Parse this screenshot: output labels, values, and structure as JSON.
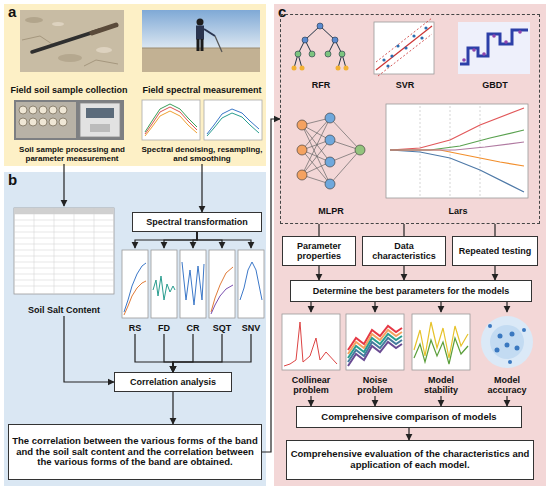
{
  "diagram": {
    "nodes": [
      {
        "text": [
          "a"
        ]
      },
      {
        "text": [
          "Field soil sample collection"
        ],
        "in": 0
      },
      {
        "text": [
          "Field spectral measurement"
        ],
        "in": 0
      },
      {
        "text": [
          "Soil sample processing and parameter measurement"
        ],
        "in": 0
      },
      {
        "text": [
          "Spectral denoising, resampling, and smoothing"
        ],
        "in": 0
      },
      {
        "text": [
          "b"
        ]
      },
      {
        "text": [
          "Soil Salt Content"
        ],
        "in": 5
      },
      {
        "text": [
          "Spectral transformation"
        ],
        "in": 5
      },
      {
        "text": [
          "RS"
        ],
        "in": 5
      },
      {
        "text": [
          "FD"
        ],
        "in": 5
      },
      {
        "text": [
          "CR"
        ],
        "in": 5
      },
      {
        "text": [
          "SQT"
        ],
        "in": 5
      },
      {
        "text": [
          "SNV"
        ],
        "in": 5
      },
      {
        "text": [
          "Correlation analysis"
        ],
        "in": 5
      },
      {
        "text": [
          "The correlation between the various forms of the band and the soil salt content and the correlation between the various forms of the band are obtained."
        ],
        "in": 5
      },
      {
        "text": [
          "c"
        ]
      },
      {
        "text": [],
        "in": 15
      },
      {
        "text": [
          "RFR"
        ],
        "in": 16
      },
      {
        "text": [
          "SVR"
        ],
        "in": 16
      },
      {
        "text": [
          "GBDT"
        ],
        "in": 16
      },
      {
        "text": [
          "MLPR"
        ],
        "in": 16
      },
      {
        "text": [
          "Lars"
        ],
        "in": 16
      },
      {
        "text": [
          "Parameter properties"
        ],
        "in": 15
      },
      {
        "text": [
          "Data characteristics"
        ],
        "in": 15
      },
      {
        "text": [
          "Repeated testing"
        ],
        "in": 15
      },
      {
        "text": [
          "Determine the best parameters for the models"
        ],
        "in": 15
      },
      {
        "text": [
          "Collinear problem"
        ],
        "in": 15
      },
      {
        "text": [
          "Noise problem"
        ],
        "in": 15
      },
      {
        "text": [
          "Model stability"
        ],
        "in": 15
      },
      {
        "text": [
          "Model accuracy"
        ],
        "in": 15
      },
      {
        "text": [
          "Comprehensive comparison of models"
        ],
        "in": 15
      },
      {
        "text": [
          "Comprehensive evaluation of the characteristics and application of each model."
        ],
        "in": 15
      }
    ],
    "edges": [
      {
        "from": 3,
        "to": 6,
        "arrow": "to"
      },
      {
        "from": 4,
        "to": 7,
        "arrow": "to"
      },
      {
        "from": 7,
        "to": 8,
        "arrow": "to"
      },
      {
        "from": 7,
        "to": 9,
        "arrow": "to"
      },
      {
        "from": 7,
        "to": 10,
        "arrow": "to"
      },
      {
        "from": 7,
        "to": 11,
        "arrow": "to"
      },
      {
        "from": 7,
        "to": 12,
        "arrow": "to"
      },
      {
        "from": 6,
        "to": 13,
        "arrow": "to"
      },
      {
        "from": 8,
        "to": 13,
        "arrow": "to"
      },
      {
        "from": 9,
        "to": 13,
        "arrow": "to"
      },
      {
        "from": 10,
        "to": 13,
        "arrow": "to"
      },
      {
        "from": 11,
        "to": 13,
        "arrow": "to"
      },
      {
        "from": 12,
        "to": 13,
        "arrow": "to"
      },
      {
        "from": 13,
        "to": 14,
        "arrow": "to"
      },
      {
        "from": 14,
        "to": 16,
        "arrow": "to"
      },
      {
        "from": 16,
        "to": 22,
        "arrow": "none"
      },
      {
        "from": 16,
        "to": 23,
        "arrow": "none"
      },
      {
        "from": 16,
        "to": 24,
        "arrow": "none"
      },
      {
        "from": 22,
        "to": 25,
        "arrow": "to"
      },
      {
        "from": 23,
        "to": 25,
        "arrow": "to"
      },
      {
        "from": 24,
        "to": 25,
        "arrow": "to"
      },
      {
        "from": 25,
        "to": 26,
        "arrow": "to"
      },
      {
        "from": 25,
        "to": 27,
        "arrow": "to"
      },
      {
        "from": 25,
        "to": 28,
        "arrow": "to"
      },
      {
        "from": 25,
        "to": 29,
        "arrow": "to"
      },
      {
        "from": 26,
        "to": 30,
        "arrow": "to"
      },
      {
        "from": 27,
        "to": 30,
        "arrow": "to"
      },
      {
        "from": 28,
        "to": 30,
        "arrow": "to"
      },
      {
        "from": 29,
        "to": 30,
        "arrow": "to"
      },
      {
        "from": 30,
        "to": 31,
        "arrow": "to"
      }
    ]
  }
}
